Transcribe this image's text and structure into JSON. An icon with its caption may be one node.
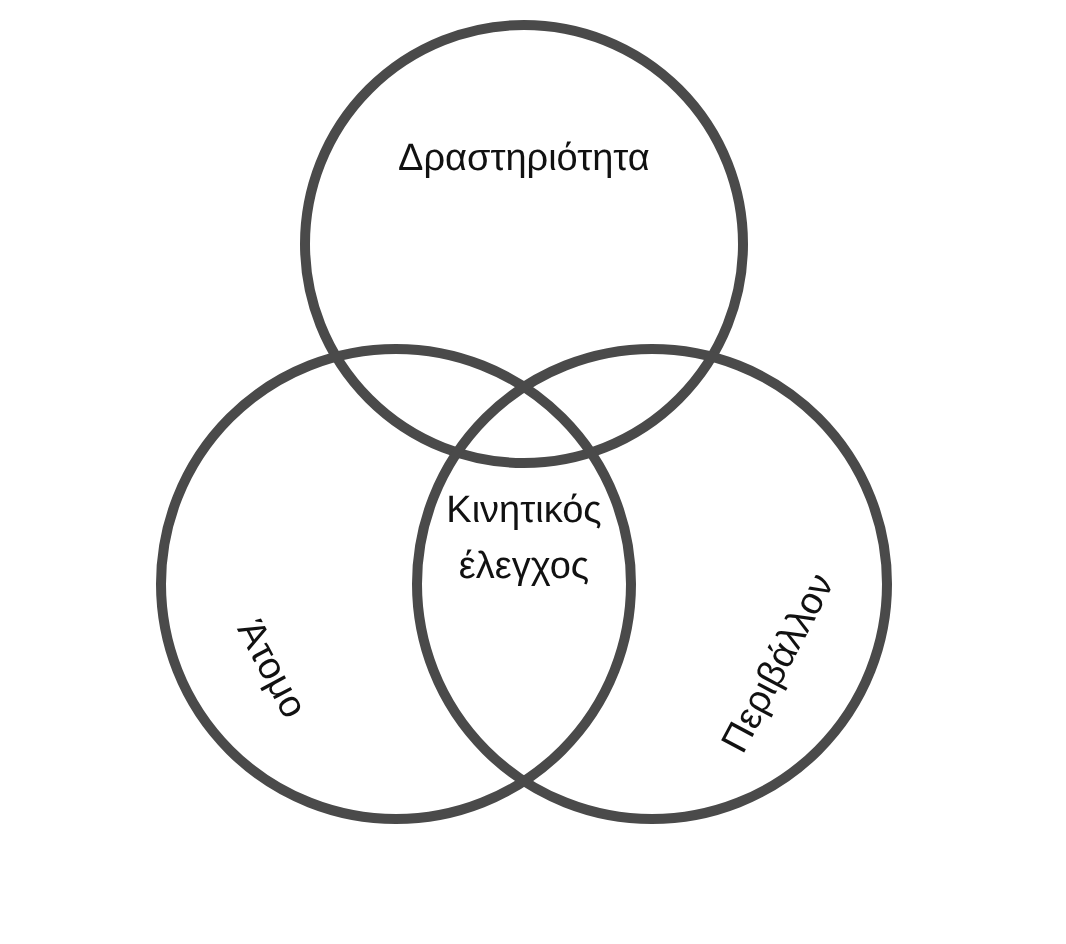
{
  "diagram": {
    "nodes": [
      {
        "text": [
          "Δραστηριότητα"
        ]
      },
      {
        "text": [
          "Άτομο"
        ]
      },
      {
        "text": [
          "Περιβάλλον"
        ]
      }
    ],
    "labels": [
      "Κινητικός έλεγχος"
    ]
  }
}
